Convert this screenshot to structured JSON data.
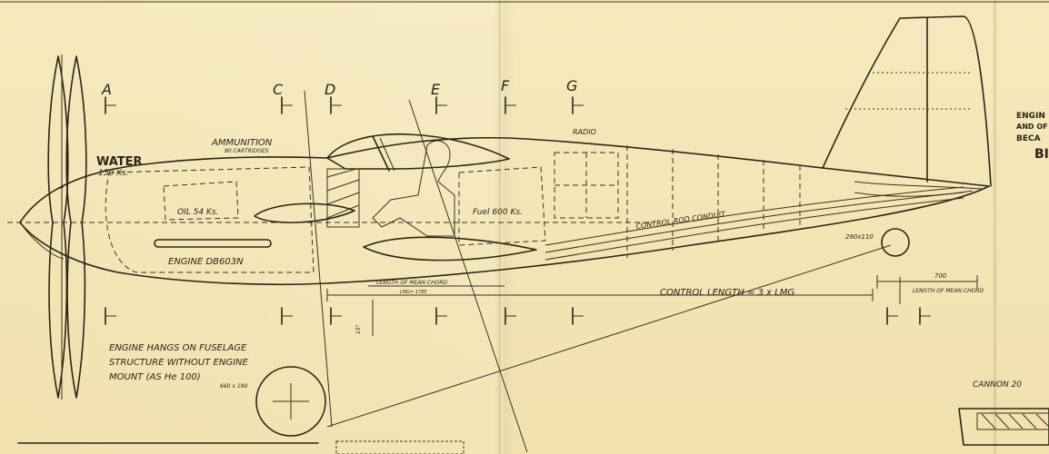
{
  "station_letters": [
    "A",
    "C",
    "D",
    "E",
    "F",
    "G"
  ],
  "labels": {
    "water": "WATER",
    "water_qty": "150 Ks.",
    "ammunition": "AMMUNITION",
    "ammunition_qty": "80 CARTRIDGES",
    "radio": "RADIO",
    "oil": "OIL 54 Ks.",
    "fuel": "Fuel 600 Ks.",
    "engine": "ENGINE DB603N",
    "control_conduit": "CONTROL ROD CONDUIT",
    "wheel_size": "290x110",
    "mean_chord": "LENGTH OF MEAN CHORD",
    "mean_chord_sub": "LMG= 1785",
    "control_length": "CONTROL LENGTH = 3 x LMG",
    "dim_700": "700",
    "length_of_mean_chord": "LENGTH OF MEAN CHORD",
    "note_1": "ENGINE HANGS ON FUSELAGE",
    "note_2": "STRUCTURE WITHOUT ENGINE",
    "note_3": "MOUNT (AS He 100)",
    "tyre": "660 x 190",
    "cannon": "CANNON 20",
    "right_1": "ENGIN",
    "right_2": "AND OF",
    "right_3": "BECA",
    "right_4": "BI",
    "dim_small": "15°"
  }
}
